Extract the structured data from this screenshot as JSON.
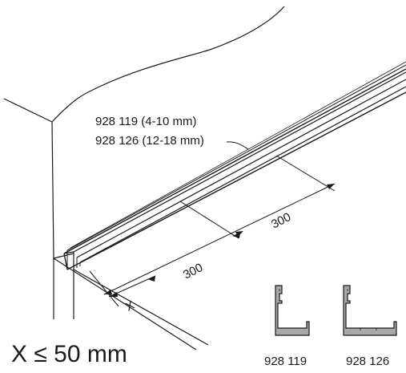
{
  "labels": {
    "part_line_1": "928 119 (4-10 mm)",
    "part_line_2": "928 126 (12-18 mm)",
    "spacing_1": "300",
    "spacing_2": "300",
    "edge_distance": "X",
    "constraint": "X ≤ 50 mm"
  },
  "profiles": [
    {
      "label": "928 119"
    },
    {
      "label": "928 126"
    }
  ],
  "colors": {
    "line": "#1a1a1a",
    "profile_fill": "#a8a8a8"
  }
}
